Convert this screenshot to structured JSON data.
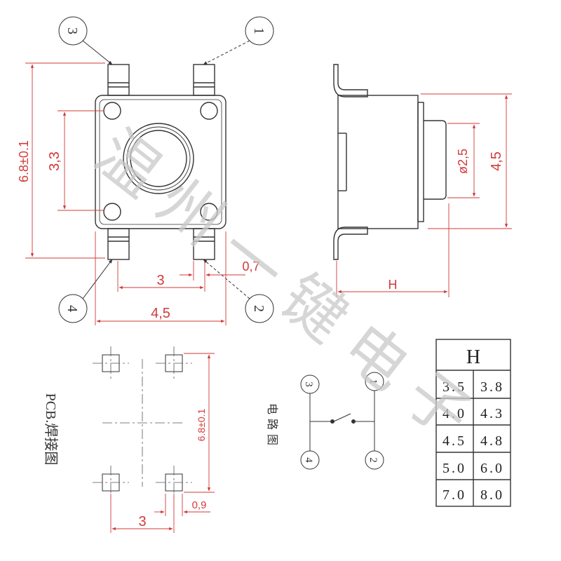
{
  "top_view": {
    "pin_labels": [
      "1",
      "2",
      "3",
      "4"
    ],
    "dim_height_total": "6.8±0.1",
    "dim_hole_spacing": "3,3",
    "dim_pin_pitch": "3",
    "dim_pin_width": "0,7",
    "dim_body_width": "4,5"
  },
  "side_view": {
    "dim_button_dia": "ø2,5",
    "dim_body_height": "4,5",
    "dim_h": "H"
  },
  "pcb": {
    "title": "PCB.焊接图",
    "dim_vertical": "6.8±0.1",
    "dim_pad_width": "0,9",
    "dim_pitch": "3"
  },
  "circuit": {
    "title": "电路图",
    "pin_labels": [
      "3",
      "1",
      "4",
      "2"
    ]
  },
  "height_table": {
    "header": "H",
    "rows": [
      [
        "3.5",
        "3.8"
      ],
      [
        "4.0",
        "4.3"
      ],
      [
        "4.5",
        "4.8"
      ],
      [
        "5.0",
        "6.0"
      ],
      [
        "7.0",
        "8.0"
      ]
    ]
  },
  "watermark": "温州一键电子",
  "colors": {
    "outline": "#333333",
    "dimension": "#d23a3a",
    "watermark": "#c9c9c9"
  }
}
